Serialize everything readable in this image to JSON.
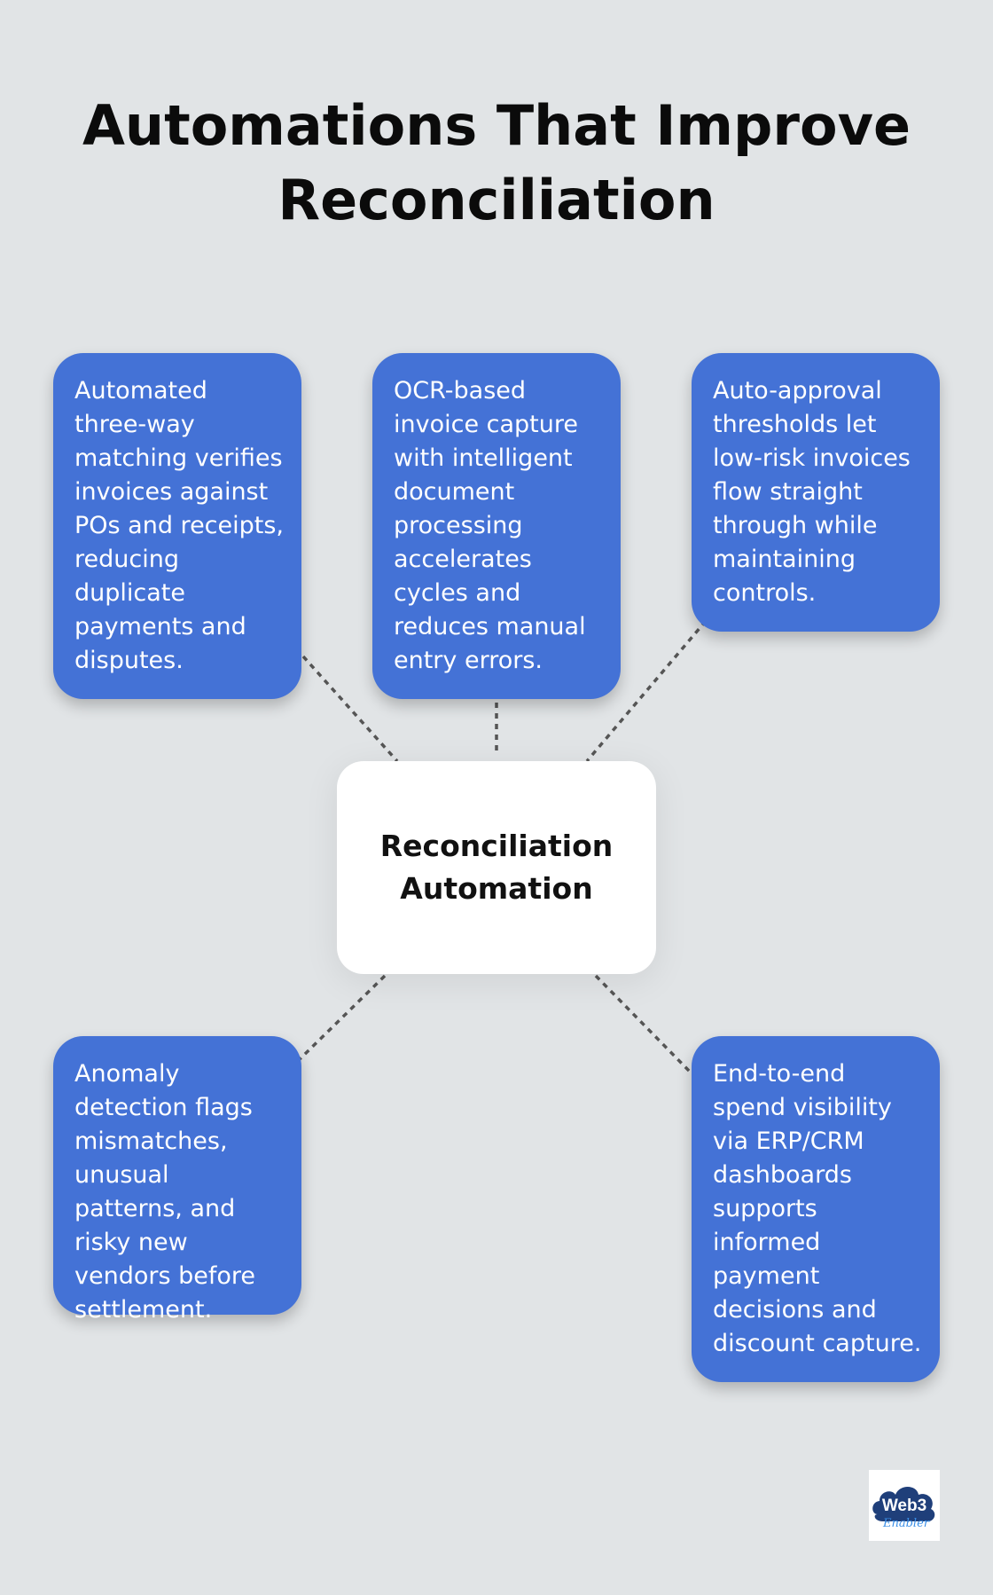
{
  "title": "Automations That Improve Reconciliation",
  "center": {
    "label": "Reconciliation Automation"
  },
  "cards": [
    {
      "text": "Automated three-way matching verifies invoices against POs and receipts, reducing duplicate payments and disputes."
    },
    {
      "text": "OCR-based invoice capture with intelligent document processing accelerates cycles and reduces manual entry errors."
    },
    {
      "text": "Auto-approval thresholds let low-risk invoices flow straight through while maintaining controls."
    },
    {
      "text": "Anomaly detection flags mismatches, unusual patterns, and risky new vendors before settlement."
    },
    {
      "text": "End-to-end spend visibility via ERP/CRM dashboards supports informed payment decisions and discount capture."
    }
  ],
  "logo": {
    "main": "Web3",
    "script": "Enabler"
  },
  "colors": {
    "background": "#e1e4e6",
    "card": "#4472d6",
    "center": "#ffffff",
    "connector": "#555555",
    "logo_cloud": "#1f3f7a",
    "logo_script": "#3a8ee6"
  }
}
